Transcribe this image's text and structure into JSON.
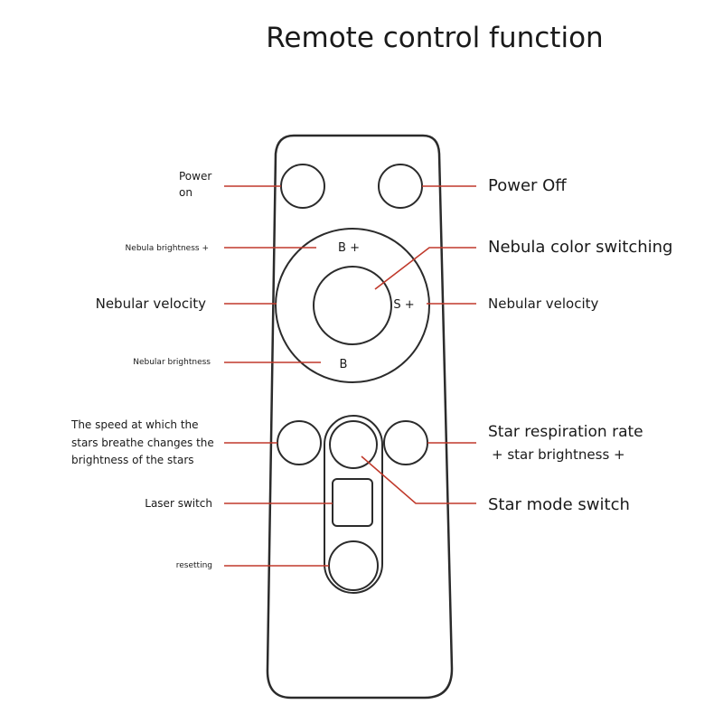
{
  "title": "Remote control function",
  "remote": {
    "top_ring_label": "B +",
    "right_ring_label": "S +",
    "bottom_ring_label": "B"
  },
  "labels": {
    "power_on_line1": "Power",
    "power_on_line2": "on",
    "power_off": "Power Off",
    "nebula_brightness_plus": "Nebula brightness +",
    "nebula_color_switching": "Nebula color switching",
    "nebular_velocity_left": "Nebular velocity",
    "nebular_velocity_right": "Nebular velocity",
    "nebular_brightness": "Nebular brightness",
    "star_speed_line1": "The speed at which the",
    "star_speed_line2": "stars breathe changes the",
    "star_speed_line3": "brightness of the stars",
    "star_respiration_line1": "Star respiration rate",
    "star_respiration_line2": "+ star brightness +",
    "laser_switch": "Laser switch",
    "star_mode_switch": "Star mode switch",
    "resetting": "resetting"
  },
  "colors": {
    "leader_line": "#c0392b",
    "outline": "#2b2b2b"
  }
}
